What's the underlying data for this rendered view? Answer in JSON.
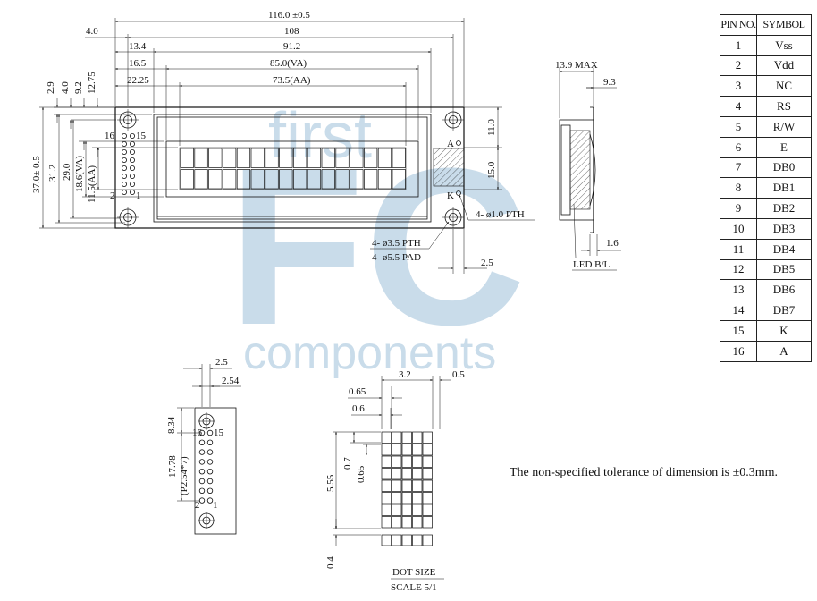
{
  "watermark": {
    "line1": "first",
    "letters": "FC",
    "line2": "components"
  },
  "front_view": {
    "width_dims": [
      "116.0 ±0.5",
      "4.0",
      "108",
      "13.4",
      "91.2",
      "16.5",
      "85.0(VA)",
      "22.25",
      "73.5(AA)"
    ],
    "left_dims": [
      "2.9",
      "4.0",
      "9.2",
      "12.75"
    ],
    "height_dims": [
      "37.0± 0.5",
      "31.2",
      "29.0",
      "18.6(VA)",
      "11.5(AA)"
    ],
    "right_dims": [
      "11.0",
      "15.0"
    ],
    "pin_labels": {
      "p16": "16",
      "p15": "15",
      "p2": "2",
      "p1": "1"
    },
    "led_labels": {
      "a": "A",
      "k": "K"
    },
    "callouts": {
      "pth_small": "4-  ø1.0 PTH",
      "pth_large": "4-  ø3.5 PTH",
      "pad": "4-  ø5.5 PAD"
    },
    "bottom_dim": "2.5"
  },
  "side_view": {
    "max_dim": "13.9 MAX",
    "dim_93": "9.3",
    "dim_16": "1.6",
    "label": "LED B/L"
  },
  "pin_table": {
    "headers": [
      "PIN NO.",
      "SYMBOL"
    ],
    "rows": [
      [
        "1",
        "Vss"
      ],
      [
        "2",
        "Vdd"
      ],
      [
        "3",
        "NC"
      ],
      [
        "4",
        "RS"
      ],
      [
        "5",
        "R/W"
      ],
      [
        "6",
        "E"
      ],
      [
        "7",
        "DB0"
      ],
      [
        "8",
        "DB1"
      ],
      [
        "9",
        "DB2"
      ],
      [
        "10",
        "DB3"
      ],
      [
        "11",
        "DB4"
      ],
      [
        "12",
        "DB5"
      ],
      [
        "13",
        "DB6"
      ],
      [
        "14",
        "DB7"
      ],
      [
        "15",
        "K"
      ],
      [
        "16",
        "A"
      ]
    ]
  },
  "pin_detail": {
    "dims": [
      "2.5",
      "2.54",
      "8.34",
      "17.78",
      "(P2.54*7)"
    ],
    "labels": {
      "p16": "16",
      "p15": "15",
      "p2": "2",
      "p1": "1"
    }
  },
  "dot_size": {
    "dims": [
      "3.2",
      "0.5",
      "0.65",
      "0.6",
      "5.55",
      "0.7",
      "0.65",
      "0.4"
    ],
    "title": "DOT SIZE",
    "scale": "SCALE 5/1"
  },
  "note": "The non-specified tolerance of dimension is ±0.3mm."
}
